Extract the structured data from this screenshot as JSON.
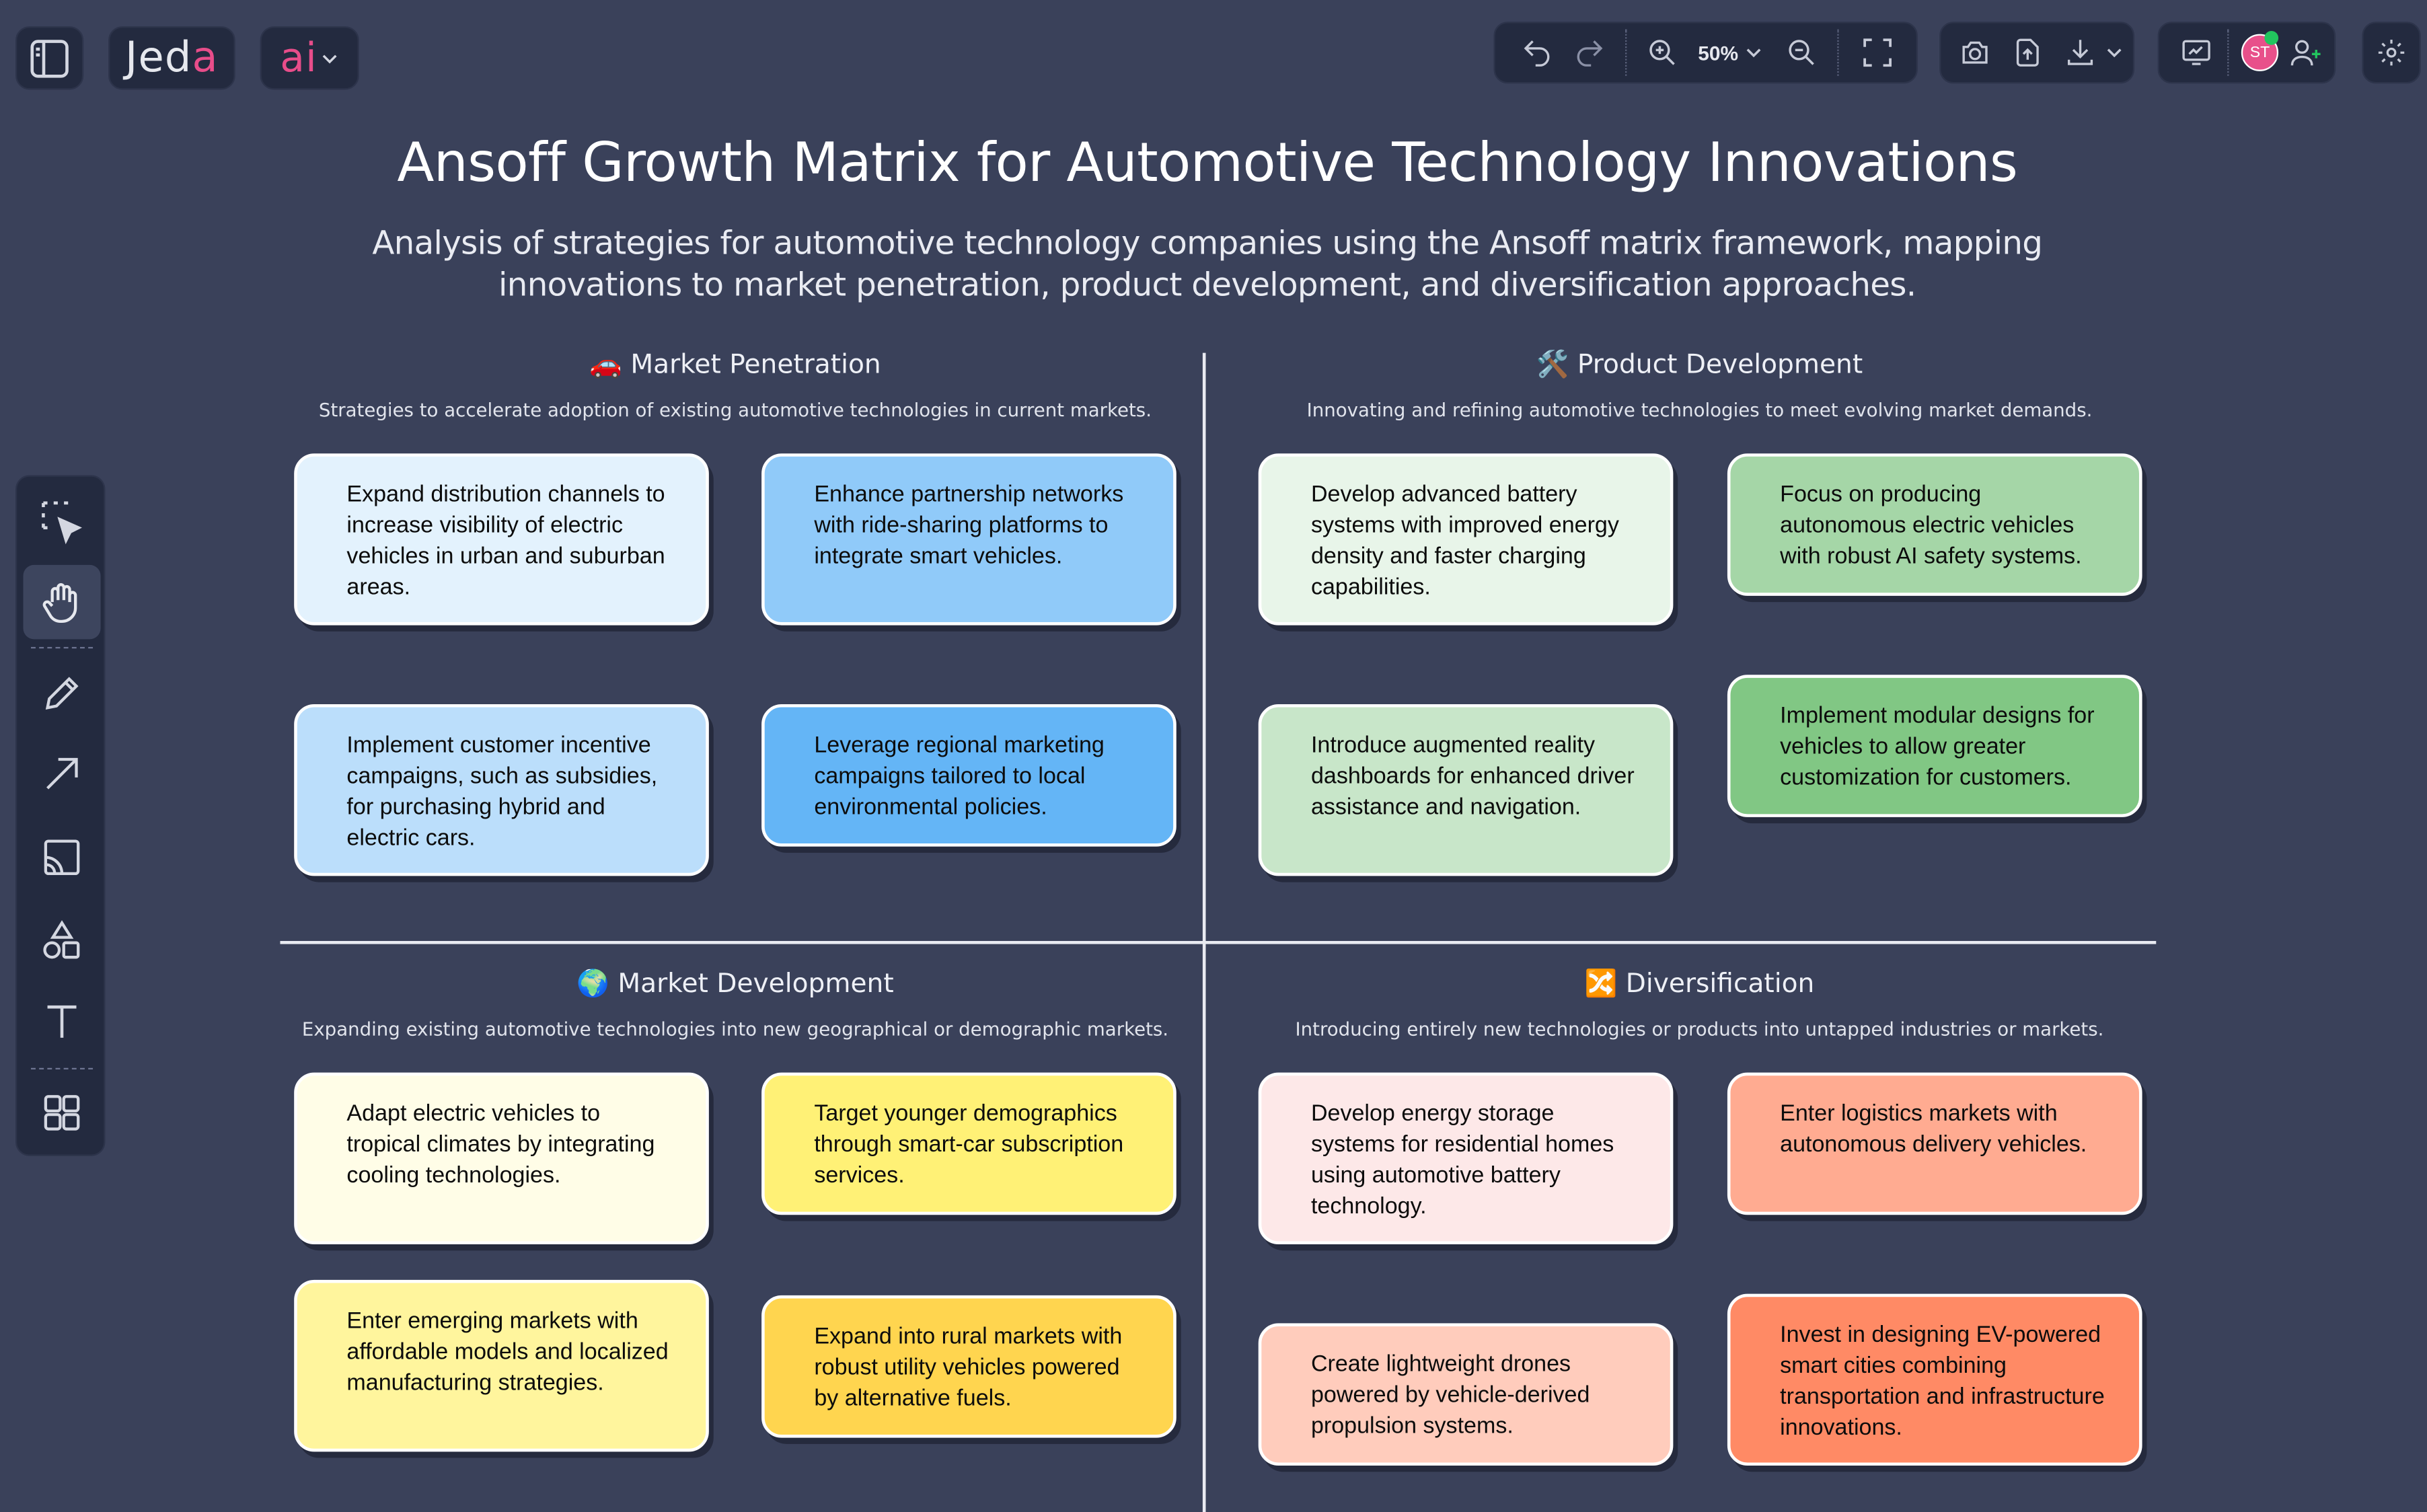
{
  "app": {
    "logo_text": "Jed",
    "logo_accent": "a",
    "ai_label": "ai"
  },
  "toolbar": {
    "zoom_level": "50%",
    "avatar_initials": "ST",
    "avatar_color": "#e8508a",
    "presence_color": "#22c55e"
  },
  "diagram": {
    "title": "Ansoff Growth Matrix for Automotive Technology Innovations",
    "subtitle": "Analysis of strategies for automotive technology companies using the Ansoff matrix framework, mapping innovations to market penetration, product development, and diversification approaches.",
    "quadrants": [
      {
        "emoji": "🚗",
        "title": "Market Penetration",
        "description": "Strategies to accelerate adoption of existing automotive technologies in current markets.",
        "cards": [
          {
            "text": "Expand distribution channels to increase visibility of electric vehicles in urban and suburban areas.",
            "color": "#e3f2fd"
          },
          {
            "text": "Enhance partnership networks with ride-sharing platforms to integrate smart vehicles.",
            "color": "#90caf9"
          },
          {
            "text": "Implement customer incentive campaigns, such as subsidies, for purchasing hybrid and electric cars.",
            "color": "#bbdefb"
          },
          {
            "text": "Leverage regional marketing campaigns tailored to local environmental policies.",
            "color": "#64b5f6"
          }
        ]
      },
      {
        "emoji": "🛠️",
        "title": "Product Development",
        "description": "Innovating and refining automotive technologies to meet evolving market demands.",
        "cards": [
          {
            "text": "Develop advanced battery systems with improved energy density and faster charging capabilities.",
            "color": "#e8f5e9"
          },
          {
            "text": "Focus on producing autonomous electric vehicles with robust AI safety systems.",
            "color": "#a5d6a7"
          },
          {
            "text": "Introduce augmented reality dashboards for enhanced driver assistance and navigation.",
            "color": "#c8e6c9"
          },
          {
            "text": "Implement modular designs for vehicles to allow greater customization for customers.",
            "color": "#81c784"
          }
        ]
      },
      {
        "emoji": "🌍",
        "title": "Market Development",
        "description": "Expanding existing automotive technologies into new geographical or demographic markets.",
        "cards": [
          {
            "text": "Adapt electric vehicles to tropical climates by integrating cooling technologies.",
            "color": "#fffde7"
          },
          {
            "text": "Target younger demographics through smart-car subscription services.",
            "color": "#fff176"
          },
          {
            "text": "Enter emerging markets with affordable models and localized manufacturing strategies.",
            "color": "#fff59d"
          },
          {
            "text": "Expand into rural markets with robust utility vehicles powered by alternative fuels.",
            "color": "#ffd54f"
          }
        ]
      },
      {
        "emoji": "🔀",
        "title": "Diversification",
        "description": "Introducing entirely new technologies or products into untapped industries or markets.",
        "cards": [
          {
            "text": "Develop energy storage systems for residential homes using automotive battery technology.",
            "color": "#fde8e8"
          },
          {
            "text": "Enter logistics markets with autonomous delivery vehicles.",
            "color": "#ffab91"
          },
          {
            "text": "Create lightweight drones powered by vehicle-derived propulsion systems.",
            "color": "#ffccbc"
          },
          {
            "text": "Invest in designing EV-powered smart cities combining transportation and infrastructure innovations.",
            "color": "#ff8a65"
          }
        ]
      }
    ]
  }
}
